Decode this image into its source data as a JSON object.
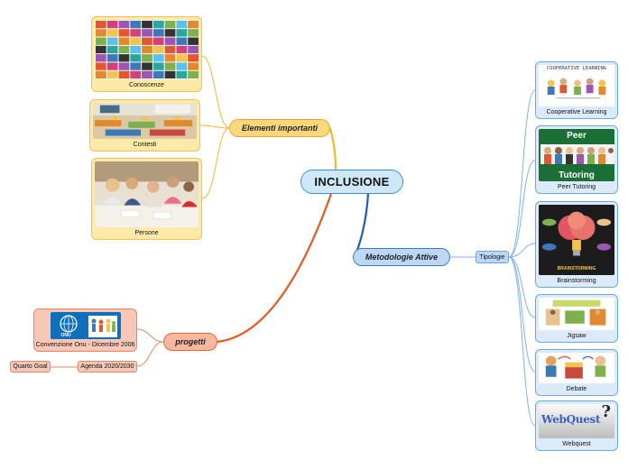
{
  "central": "INCLUSIONE",
  "branches": {
    "elementi": {
      "label": "Elementi importanti",
      "children": [
        "Conoscenze",
        "Contesti",
        "Persone"
      ]
    },
    "metodologie": {
      "label": "Metodologie Attive",
      "sub": "Tipologie",
      "children": [
        "Cooperative Learning",
        "Peer Tutoring",
        "Brainstorming",
        "Jigsaw",
        "Debate",
        "Webquest"
      ]
    },
    "progetti": {
      "label": "progetti",
      "children": [
        "Convenzione Onu - Dicembre 2006",
        "Agenda 2020/2030"
      ],
      "agenda_child": "Quarto Goal"
    }
  },
  "image_text": {
    "coop": "COOPERATIVE LEARNING",
    "peer_top": "Peer",
    "peer_bottom": "Tutoring",
    "brain": "BRAINSTORMING",
    "onu": "ONU",
    "webquest": "WebQuest",
    "webquest_mark": "?"
  },
  "colors": {
    "yellow_line": "#f2b632",
    "blue_line": "#1f5fb3",
    "blue_light_line": "#7eb3ea",
    "red_line": "#e8581f"
  }
}
